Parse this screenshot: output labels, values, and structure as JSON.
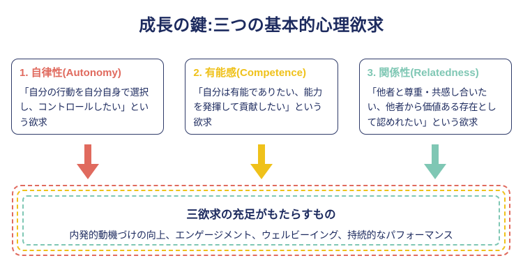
{
  "title": "成長の鍵:三つの基本的心理欲求",
  "colors": {
    "navy": "#1C2A5E",
    "boxborder": "#2F3B69",
    "autonomy": "#E06A5E",
    "competence": "#EFC11A",
    "relatedness": "#7FC7B4"
  },
  "needs": [
    {
      "heading": "1. 自律性(Autonomy)",
      "description": "「自分の行動を自分自身で選択し、コントロールしたい」という欲求"
    },
    {
      "heading": "2. 有能感(Competence)",
      "description": "「自分は有能でありたい、能力を発揮して貢献したい」という欲求"
    },
    {
      "heading": "3. 関係性(Relatedness)",
      "description": "「他者と尊重・共感し合いたい、他者から価値ある存在として認めれたい」という欲求"
    }
  ],
  "outcome": {
    "heading": "三欲求の充足がもたらすもの",
    "description": "内発的動機づけの向上、エンゲージメント、ウェルビーイング、持続的なパフォーマンス"
  }
}
